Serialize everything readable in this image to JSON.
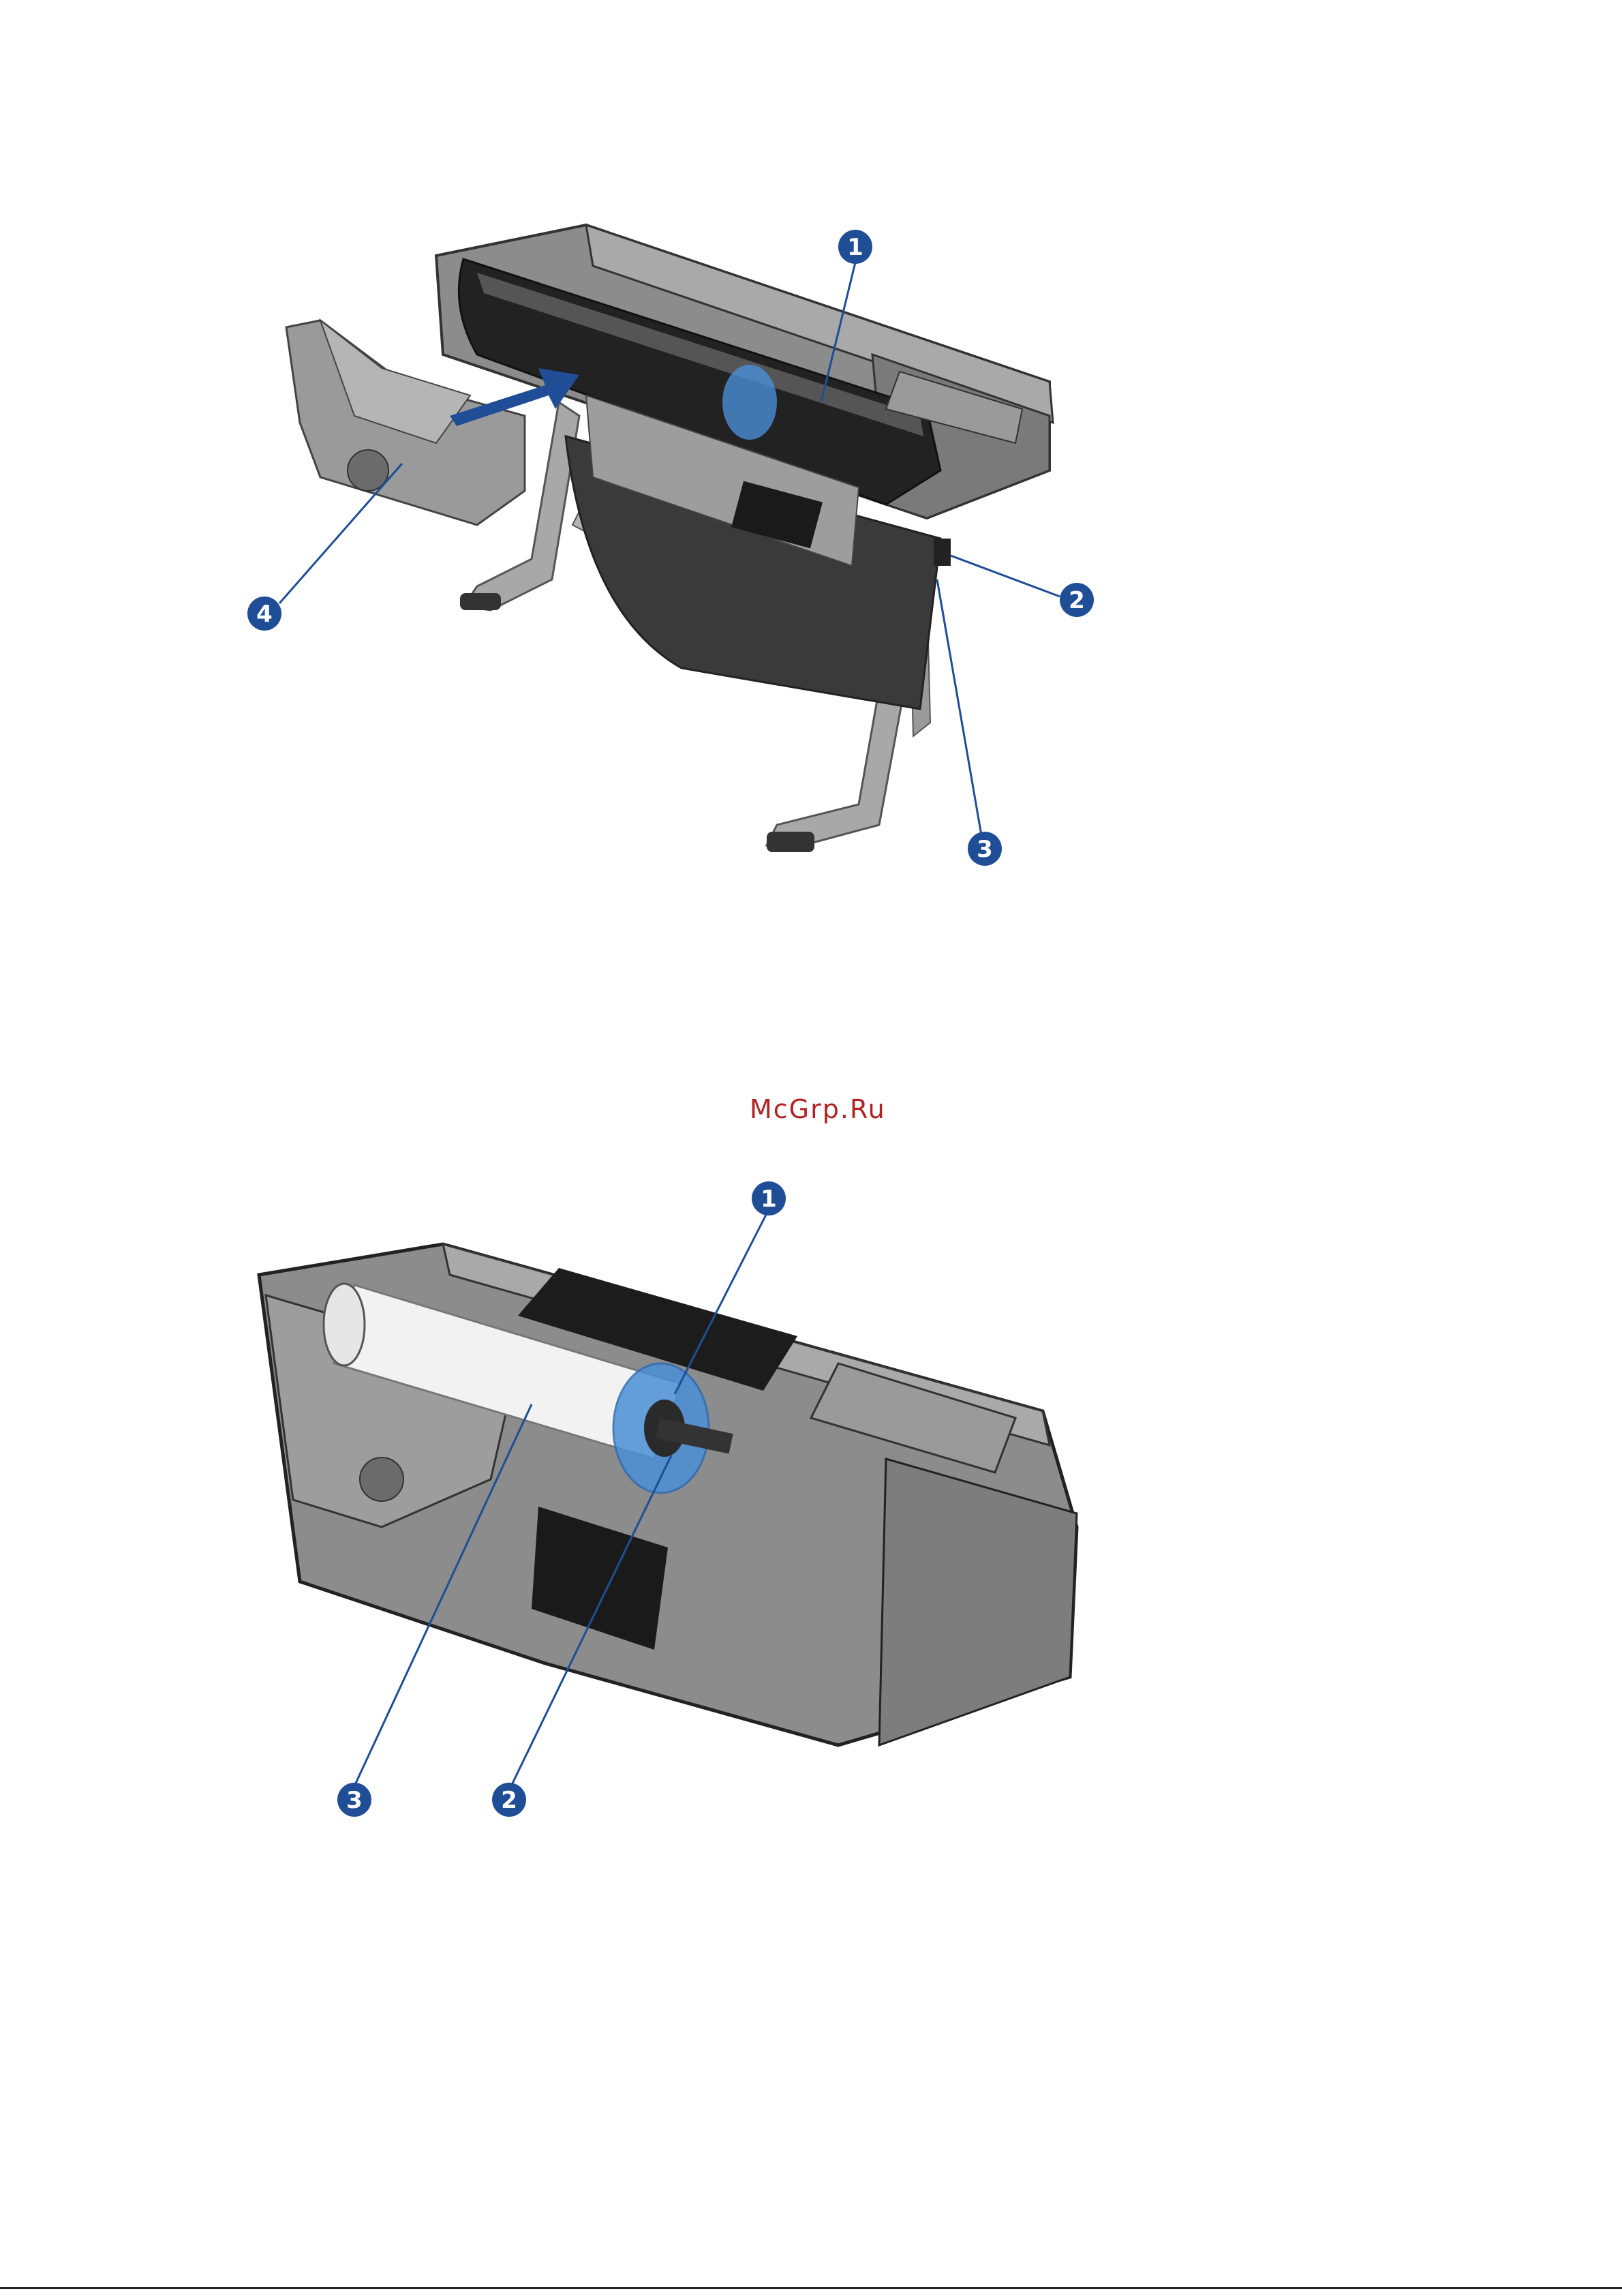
{
  "watermark": "McGrp.Ru",
  "figure_top": {
    "callouts": [
      "1",
      "2",
      "3",
      "4"
    ]
  },
  "figure_bottom": {
    "callouts": [
      "1",
      "2",
      "3"
    ]
  },
  "colors": {
    "callout_fill": "#1f4e96",
    "leader": "#1f4e96",
    "printer_body": "#8c8c8c",
    "printer_dark": "#2b2b2b",
    "arrow": "#1f4e96"
  }
}
